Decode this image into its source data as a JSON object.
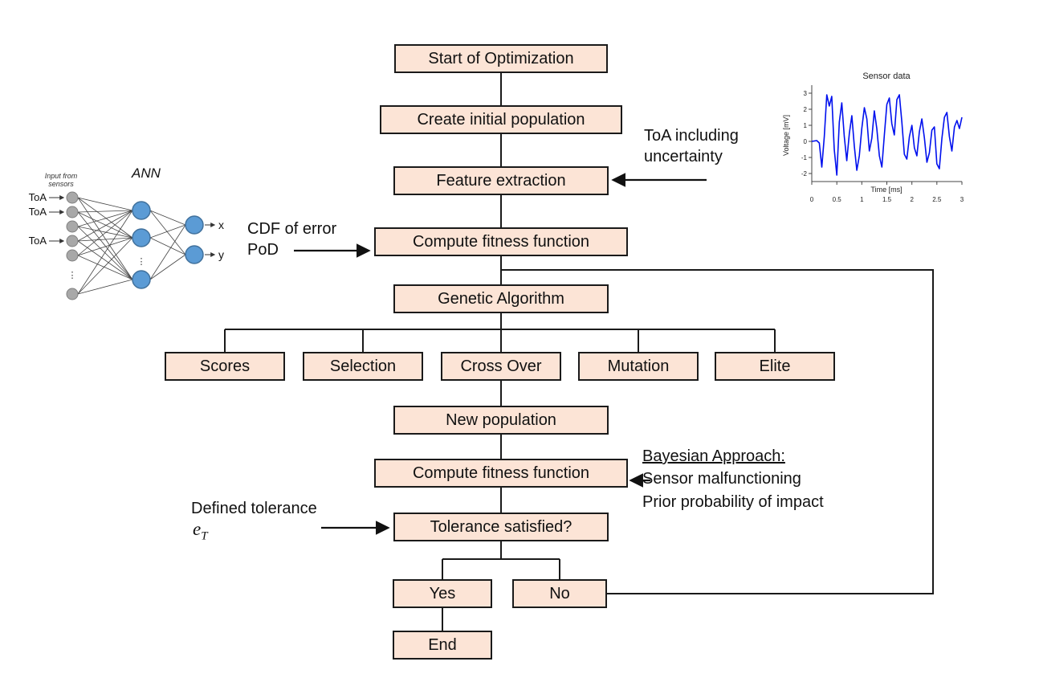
{
  "flow": {
    "start": "Start of Optimization",
    "create": "Create initial population",
    "feature": "Feature extraction",
    "fitness1": "Compute fitness function",
    "ga": "Genetic Algorithm",
    "scores": "Scores",
    "selection": "Selection",
    "crossover": "Cross Over",
    "mutation": "Mutation",
    "elite": "Elite",
    "newpop": "New population",
    "fitness2": "Compute fitness function",
    "tolerance": "Tolerance satisfied?",
    "yes": "Yes",
    "no": "No",
    "end": "End"
  },
  "annotations": {
    "toa_line1": "ToA including",
    "toa_line2": "uncertainty",
    "cdf_line1": "CDF of error",
    "cdf_line2": "PoD",
    "tol_line1": "Defined tolerance",
    "tol_symbol": "e",
    "tol_sub": "T",
    "bayes_title": "Bayesian Approach:",
    "bayes_line1": "Sensor malfunctioning",
    "bayes_line2": "Prior probability of impact"
  },
  "ann": {
    "title": "ANN",
    "input_line1": "Input from",
    "input_line2": "sensors",
    "toa": "ToA",
    "out_x": "x",
    "out_y": "y",
    "dots": "⋮"
  },
  "sensor_plot": {
    "title": "Sensor data",
    "xlabel": "Time [ms]",
    "ylabel": "Voltage [mV]",
    "x_ticks": [
      "0",
      "0.5",
      "1",
      "1.5",
      "2",
      "2.5",
      "3"
    ],
    "y_ticks": [
      "3",
      "2",
      "1",
      "0",
      "-1",
      "-2"
    ],
    "x_range": [
      0,
      3
    ],
    "y_range": [
      -2.5,
      3.5
    ],
    "line_color": "#0010ee",
    "points": [
      [
        0,
        0
      ],
      [
        0.1,
        0.05
      ],
      [
        0.15,
        -0.1
      ],
      [
        0.2,
        -1.6
      ],
      [
        0.25,
        0.3
      ],
      [
        0.3,
        2.9
      ],
      [
        0.35,
        2.2
      ],
      [
        0.4,
        2.8
      ],
      [
        0.45,
        -0.5
      ],
      [
        0.5,
        -2.1
      ],
      [
        0.55,
        1.2
      ],
      [
        0.6,
        2.4
      ],
      [
        0.65,
        0.3
      ],
      [
        0.7,
        -1.2
      ],
      [
        0.75,
        0.5
      ],
      [
        0.8,
        1.6
      ],
      [
        0.85,
        -0.3
      ],
      [
        0.9,
        -1.8
      ],
      [
        0.95,
        -0.9
      ],
      [
        1.0,
        0.8
      ],
      [
        1.05,
        2.1
      ],
      [
        1.1,
        1.4
      ],
      [
        1.15,
        -0.6
      ],
      [
        1.2,
        0.2
      ],
      [
        1.25,
        1.9
      ],
      [
        1.3,
        0.8
      ],
      [
        1.35,
        -0.9
      ],
      [
        1.4,
        -1.6
      ],
      [
        1.45,
        0.4
      ],
      [
        1.5,
        2.3
      ],
      [
        1.55,
        2.7
      ],
      [
        1.6,
        1.1
      ],
      [
        1.65,
        0.4
      ],
      [
        1.7,
        2.6
      ],
      [
        1.75,
        2.9
      ],
      [
        1.8,
        1.2
      ],
      [
        1.85,
        -0.8
      ],
      [
        1.9,
        -1.1
      ],
      [
        1.95,
        0.3
      ],
      [
        2.0,
        1.0
      ],
      [
        2.05,
        -0.4
      ],
      [
        2.1,
        -0.9
      ],
      [
        2.15,
        0.6
      ],
      [
        2.2,
        1.4
      ],
      [
        2.25,
        0.2
      ],
      [
        2.3,
        -1.3
      ],
      [
        2.35,
        -0.7
      ],
      [
        2.4,
        0.7
      ],
      [
        2.45,
        0.9
      ],
      [
        2.5,
        -1.4
      ],
      [
        2.55,
        -1.7
      ],
      [
        2.6,
        0.2
      ],
      [
        2.65,
        1.5
      ],
      [
        2.7,
        1.8
      ],
      [
        2.75,
        0.3
      ],
      [
        2.8,
        -0.6
      ],
      [
        2.85,
        0.9
      ],
      [
        2.9,
        1.3
      ],
      [
        2.95,
        0.8
      ],
      [
        3.0,
        1.5
      ]
    ]
  },
  "style": {
    "box_fill": "#fce4d6",
    "box_border": "#1a1a1a",
    "input_node_color": "#a8a8a8",
    "neuron_color": "#5b9bd5",
    "neuron_border": "#41719c"
  }
}
